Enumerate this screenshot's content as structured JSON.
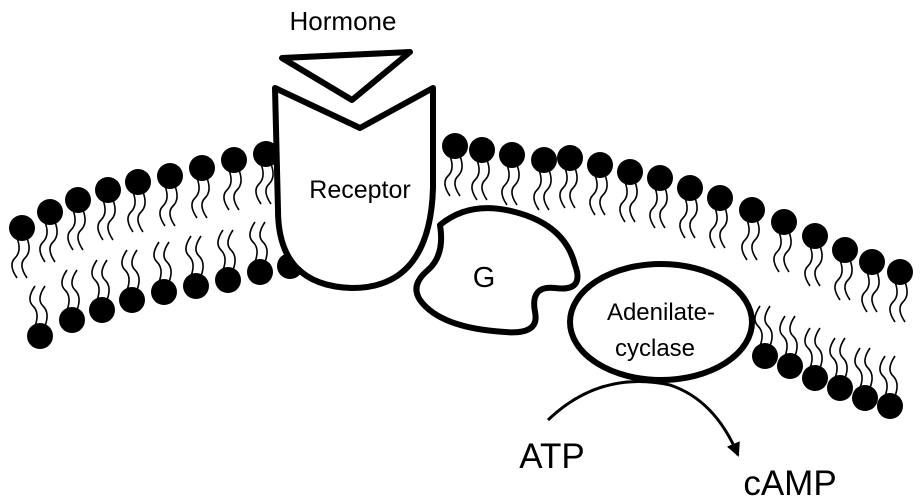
{
  "labels": {
    "hormone": "Hormone",
    "receptor": "Receptor",
    "g_protein": "G",
    "adenylate_line1": "Adenilate-",
    "adenylate_line2": "cyclase",
    "atp": "ATP",
    "camp": "cAMP"
  },
  "colors": {
    "ink": "#000000",
    "background": "#ffffff"
  }
}
